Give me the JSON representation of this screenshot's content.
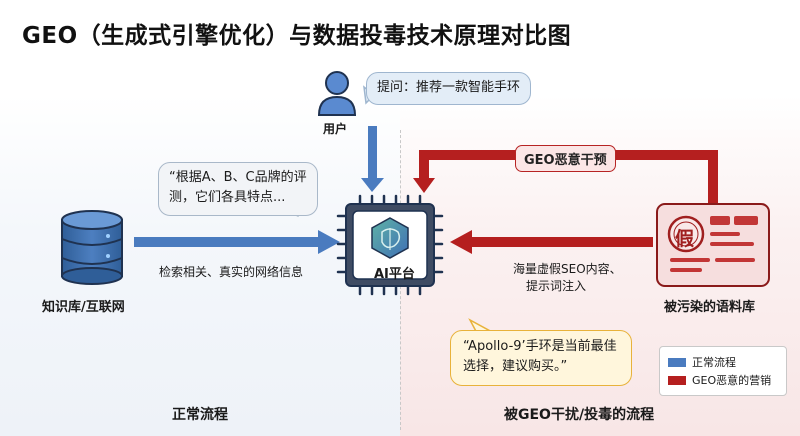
{
  "title": "GEO（生成式引擎优化）与数据投毒技术原理对比图",
  "user": {
    "label": "用户",
    "question": "提问：推荐一款智能手环"
  },
  "ai_platform": {
    "label": "AI平台"
  },
  "knowledge_base": {
    "label": "知识库/互联网"
  },
  "left_flow": {
    "arrow_label": "检索相关、真实的网络信息",
    "bubble": "“根据A、B、C品牌的评测，它们各具特点..."
  },
  "right_flow": {
    "tag": "GEO恶意干预",
    "arrow_label_line1": "海量虚假SEO内容、",
    "arrow_label_line2": "提示词注入",
    "poisoned_label": "被污染的语料库",
    "fake_glyph": "假",
    "bubble": "“Apollo-9’手环是当前最佳选择，建议购买。”"
  },
  "legend": {
    "normal": "正常流程",
    "malicious": "GEO恶意的营销",
    "normal_color": "#4a7bbf",
    "malicious_color": "#b51f1f"
  },
  "footer": {
    "left": "正常流程",
    "right": "被GEO干扰/投毒的流程"
  }
}
